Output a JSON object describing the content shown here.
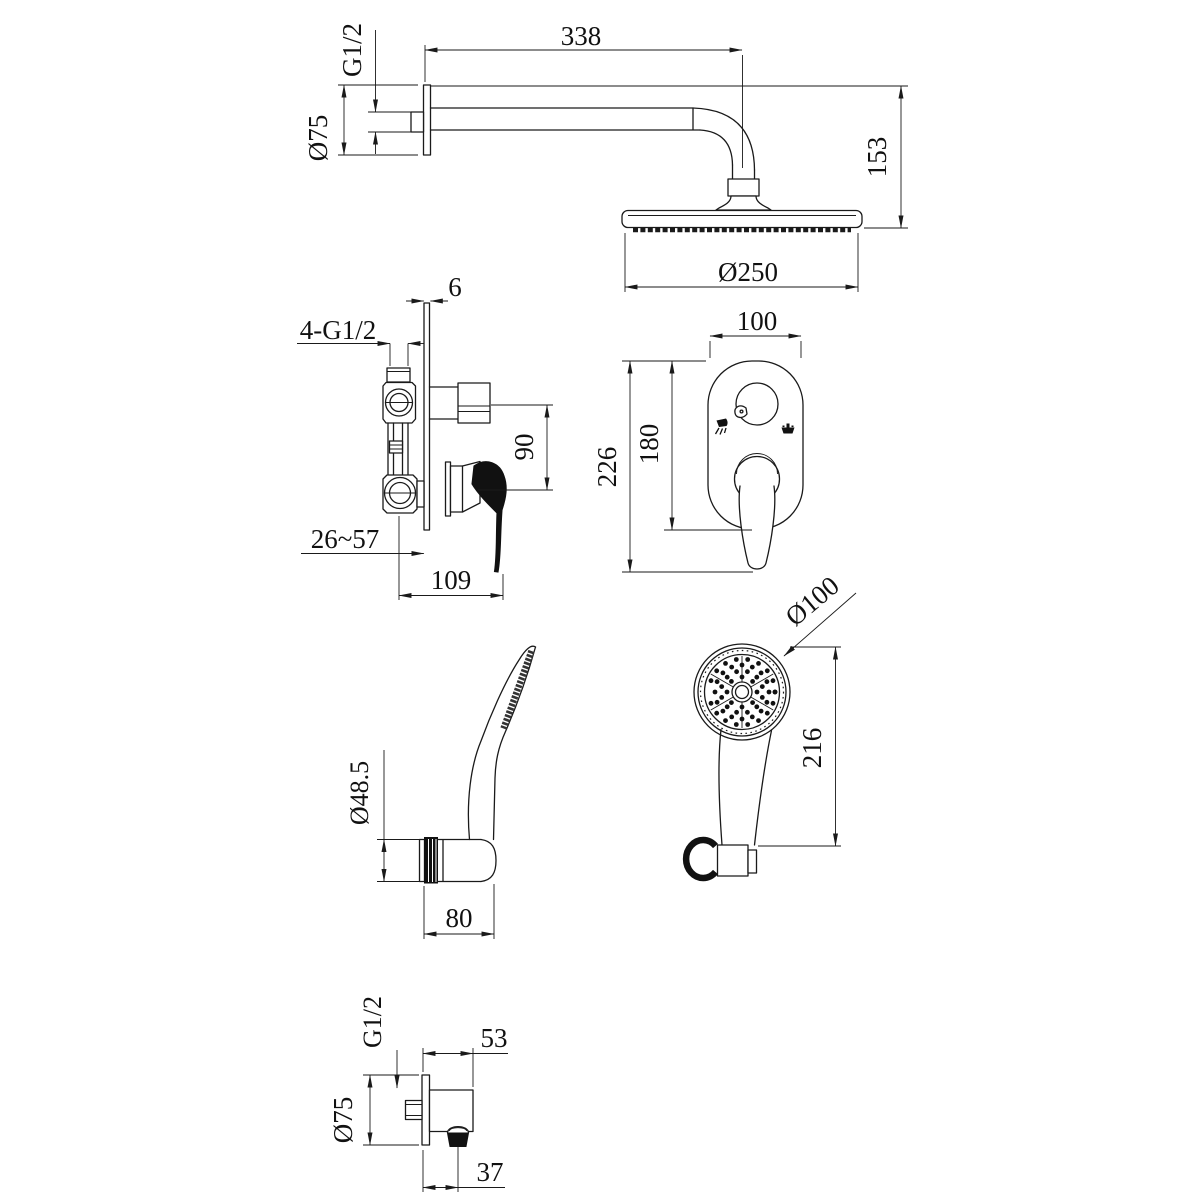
{
  "drawing": {
    "background": "#ffffff",
    "line_color": "#1a1a1a",
    "dims": {
      "arm_length": "338",
      "arm_thread": "G1/2",
      "arm_flange": "Ø75",
      "head_drop": "153",
      "head_dia": "Ø250",
      "valve_plate": "6",
      "valve_thread": "4-G1/2",
      "valve_span": "90",
      "valve_depth": "26~57",
      "valve_reach": "109",
      "trim_width": "100",
      "trim_height": "180",
      "trim_total": "226",
      "hs_holder": "Ø48.5",
      "hs_reach": "80",
      "hs_head": "Ø100",
      "hs_length": "216",
      "out_thread": "G1/2",
      "out_width": "53",
      "out_flange": "Ø75",
      "out_offset": "37"
    }
  }
}
